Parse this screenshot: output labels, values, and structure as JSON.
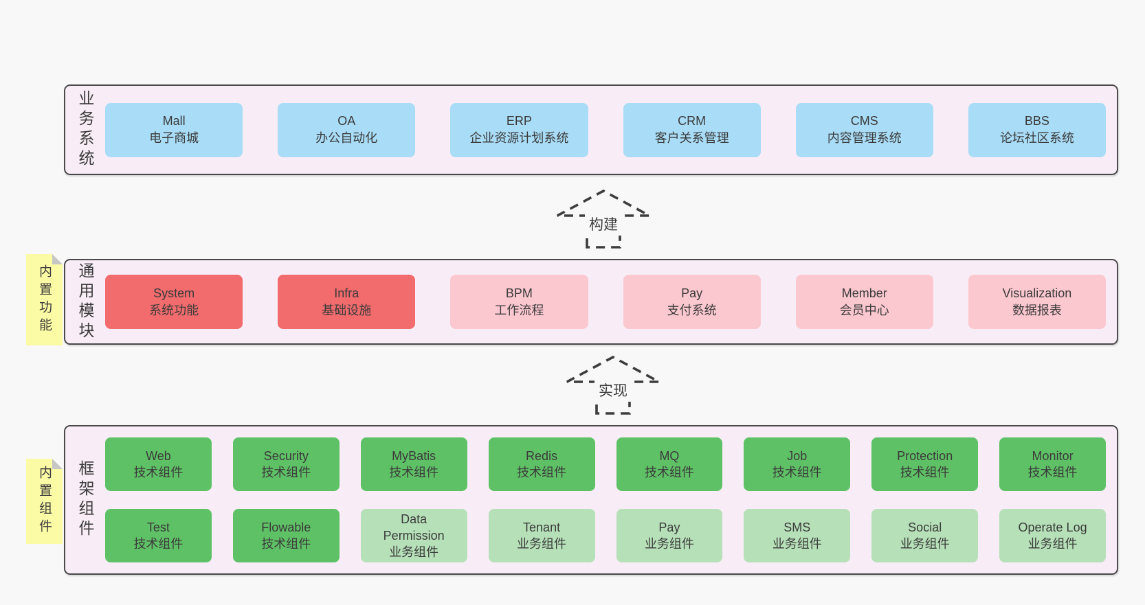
{
  "colors": {
    "page_bg": "#f8f8f8",
    "panel_bg": "#f8edf6",
    "panel_border": "#4a4a4a",
    "blue": "#a9dcf6",
    "red": "#f26b6d",
    "pink": "#fcc8d0",
    "green": "#5fc166",
    "green_light": "#b6e0b8",
    "note_yellow": "#fbfaa5",
    "note_fold": "#c6c6c6",
    "text": "#3b3b3b",
    "arrow_stroke": "#3d3d3d"
  },
  "business": {
    "label": "业务系统",
    "boxes": [
      {
        "title": "Mall",
        "subtitle": "电子商城"
      },
      {
        "title": "OA",
        "subtitle": "办公自动化"
      },
      {
        "title": "ERP",
        "subtitle": "企业资源计划系统"
      },
      {
        "title": "CRM",
        "subtitle": "客户关系管理"
      },
      {
        "title": "CMS",
        "subtitle": "内容管理系统"
      },
      {
        "title": "BBS",
        "subtitle": "论坛社区系统"
      }
    ]
  },
  "modules": {
    "label": "通用模块",
    "note": "内置功能",
    "boxes": [
      {
        "title": "System",
        "subtitle": "系统功能"
      },
      {
        "title": "Infra",
        "subtitle": "基础设施"
      },
      {
        "title": "BPM",
        "subtitle": "工作流程"
      },
      {
        "title": "Pay",
        "subtitle": "支付系统"
      },
      {
        "title": "Member",
        "subtitle": "会员中心"
      },
      {
        "title": "Visualization",
        "subtitle": "数据报表"
      }
    ]
  },
  "components": {
    "label": "框架组件",
    "note": "内置组件",
    "row1": [
      {
        "title": "Web",
        "subtitle": "技术组件"
      },
      {
        "title": "Security",
        "subtitle": "技术组件"
      },
      {
        "title": "MyBatis",
        "subtitle": "技术组件"
      },
      {
        "title": "Redis",
        "subtitle": "技术组件"
      },
      {
        "title": "MQ",
        "subtitle": "技术组件"
      },
      {
        "title": "Job",
        "subtitle": "技术组件"
      },
      {
        "title": "Protection",
        "subtitle": "技术组件"
      },
      {
        "title": "Monitor",
        "subtitle": "技术组件"
      }
    ],
    "row2": [
      {
        "title": "Test",
        "subtitle": "技术组件"
      },
      {
        "title": "Flowable",
        "subtitle": "技术组件"
      },
      {
        "title": "Data Permission",
        "subtitle": "业务组件"
      },
      {
        "title": "Tenant",
        "subtitle": "业务组件"
      },
      {
        "title": "Pay",
        "subtitle": "业务组件"
      },
      {
        "title": "SMS",
        "subtitle": "业务组件"
      },
      {
        "title": "Social",
        "subtitle": "业务组件"
      },
      {
        "title": "Operate Log",
        "subtitle": "业务组件"
      }
    ]
  },
  "arrows": [
    {
      "label": "构建"
    },
    {
      "label": "实现"
    }
  ]
}
